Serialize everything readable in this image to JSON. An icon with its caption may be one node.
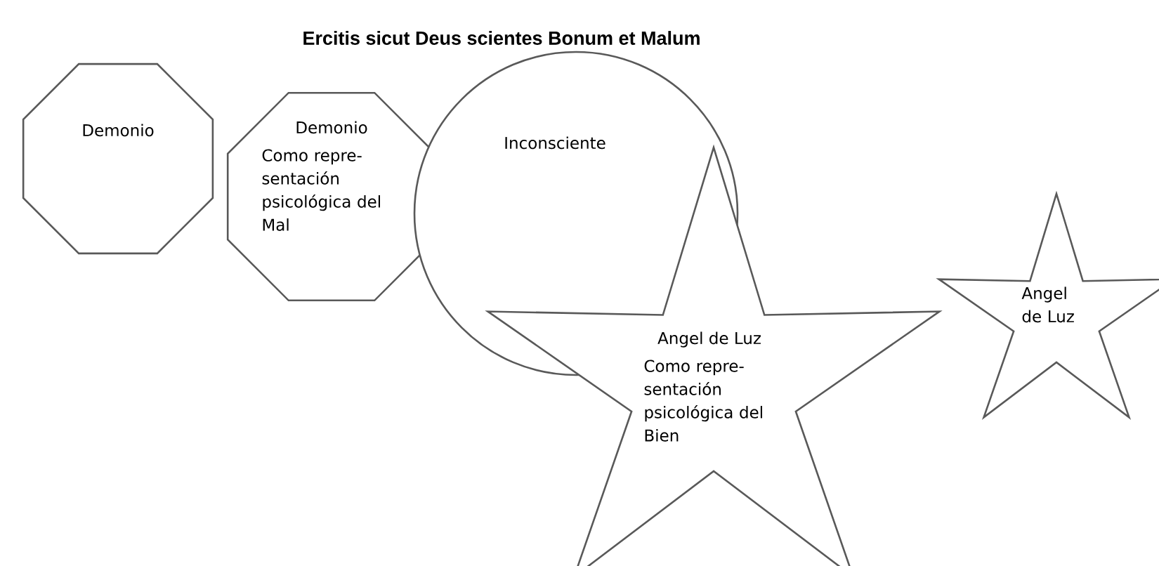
{
  "diagram": {
    "title": "Ercitis sicut Deus scientes Bonum et Malum",
    "nodes": [
      {
        "text": [
          "Demonio"
        ]
      },
      {
        "text": [
          "Demonio",
          "Como repre-sentación psicológica del Mal"
        ]
      },
      {
        "text": [
          "Inconsciente"
        ]
      },
      {
        "text": [
          "Angel de Luz",
          "Como repre-sentación psicológica del Bien"
        ]
      },
      {
        "text": [
          "Angel de Luz"
        ]
      }
    ]
  }
}
